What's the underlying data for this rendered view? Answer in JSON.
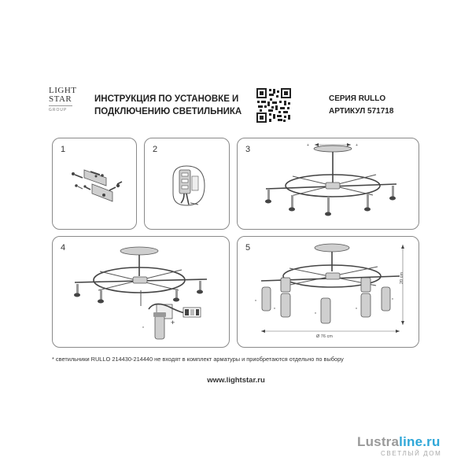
{
  "header": {
    "logo_line1": "LIGHT",
    "logo_line2": "STAR",
    "logo_sub": "GROUP",
    "title_line1": "ИНСТРУКЦИЯ ПО УСТАНОВКЕ И",
    "title_line2": "ПОДКЛЮЧЕНИЮ СВЕТИЛЬНИКА",
    "series": "СЕРИЯ RULLO",
    "article": "АРТИКУЛ 571718"
  },
  "steps": [
    {
      "number": "1"
    },
    {
      "number": "2"
    },
    {
      "number": "3"
    },
    {
      "number": "4"
    },
    {
      "number": "5"
    }
  ],
  "dimensions": {
    "diameter": "Ø 76 cm",
    "height": "20 cm"
  },
  "footnote": "* светильники RULLO 214430-214440 не входят в комплект арматуры и приобретаются отдельно по выбору",
  "website": "www.lightstar.ru",
  "watermark": {
    "brand_part1": "Lustra",
    "brand_part2": "line.ru",
    "tagline": "СВЕТЛЫЙ ДОМ"
  }
}
